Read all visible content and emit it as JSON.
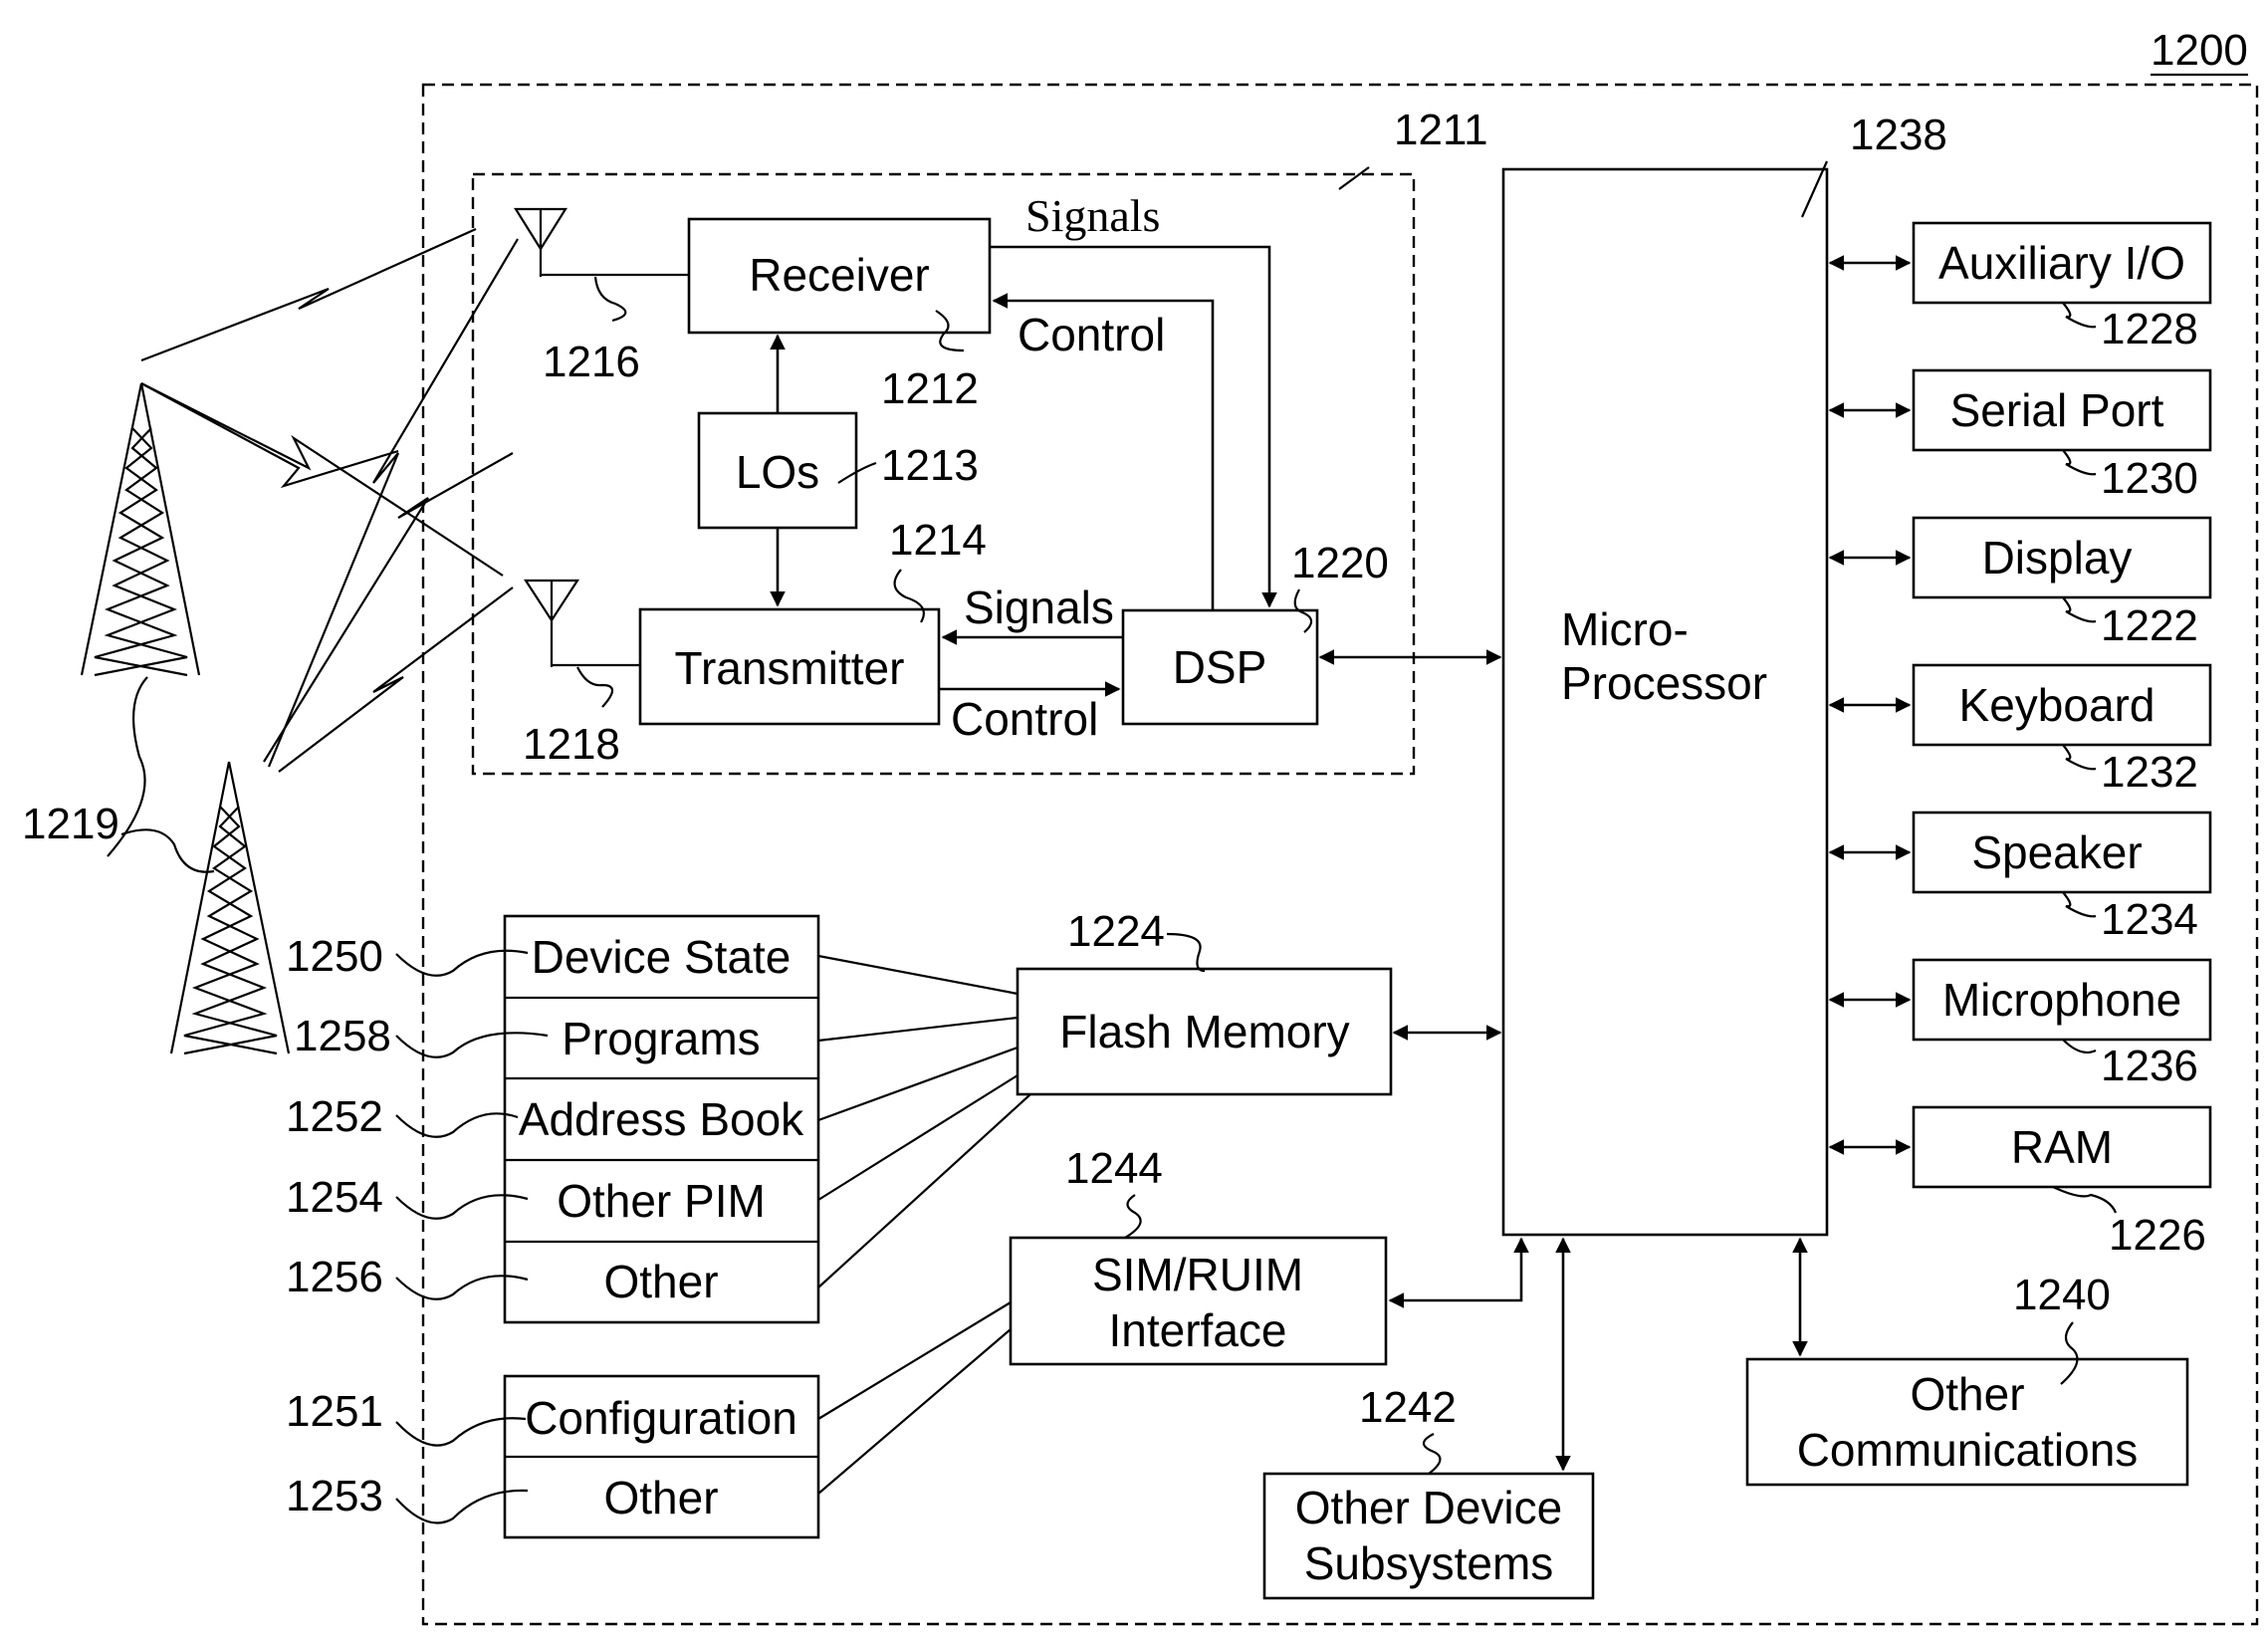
{
  "figure": {
    "figure_number": "1200",
    "boxes": {
      "receiver": "Receiver",
      "los": "LOs",
      "transmitter": "Transmitter",
      "dsp": "DSP",
      "microprocessor_line1": "Micro-",
      "microprocessor_line2": "Processor",
      "flash_memory": "Flash Memory",
      "sim_line1": "SIM/RUIM",
      "sim_line2": "Interface",
      "other_device_line1": "Other Device",
      "other_device_line2": "Subsystems",
      "other_comm_line1": "Other",
      "other_comm_line2": "Communications"
    },
    "peripherals": [
      {
        "label": "Auxiliary I/O",
        "ref": "1228"
      },
      {
        "label": "Serial Port",
        "ref": "1230"
      },
      {
        "label": "Display",
        "ref": "1222"
      },
      {
        "label": "Keyboard",
        "ref": "1232"
      },
      {
        "label": "Speaker",
        "ref": "1234"
      },
      {
        "label": "Microphone",
        "ref": "1236"
      },
      {
        "label": "RAM",
        "ref": "1226"
      }
    ],
    "memory_stack": [
      {
        "label": "Device State",
        "ref": "1250"
      },
      {
        "label": "Programs",
        "ref": "1258"
      },
      {
        "label": "Address Book",
        "ref": "1252"
      },
      {
        "label": "Other PIM",
        "ref": "1254"
      },
      {
        "label": "Other",
        "ref": "1256"
      }
    ],
    "config_stack": [
      {
        "label": "Configuration",
        "ref": "1251"
      },
      {
        "label": "Other",
        "ref": "1253"
      }
    ],
    "signal_labels": {
      "signals_top": "Signals",
      "control_top": "Control",
      "signals_bottom": "Signals",
      "control_bottom": "Control"
    },
    "refs": {
      "comm_subsystem": "1211",
      "microprocessor": "1238",
      "antenna_rx": "1216",
      "receiver": "1212",
      "los": "1213",
      "transmitter": "1214",
      "dsp": "1220",
      "antenna_tx": "1218",
      "towers": "1219",
      "flash_memory": "1224",
      "sim": "1244",
      "other_device": "1242",
      "other_comm": "1240"
    }
  }
}
